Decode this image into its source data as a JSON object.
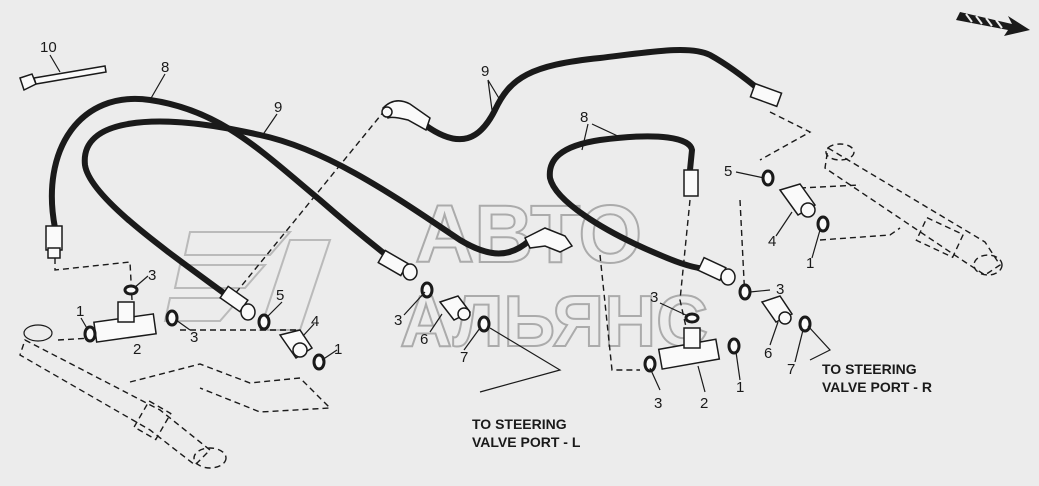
{
  "diagram": {
    "callouts": [
      {
        "id": "c10",
        "text": "10"
      },
      {
        "id": "c8a",
        "text": "8"
      },
      {
        "id": "c9a",
        "text": "9"
      },
      {
        "id": "c9b",
        "text": "9"
      },
      {
        "id": "c8b",
        "text": "8"
      },
      {
        "id": "c5a",
        "text": "5"
      },
      {
        "id": "c5b",
        "text": "5"
      },
      {
        "id": "c4a",
        "text": "4"
      },
      {
        "id": "c4b",
        "text": "4"
      },
      {
        "id": "c1a",
        "text": "1"
      },
      {
        "id": "c1b",
        "text": "1"
      },
      {
        "id": "c1c",
        "text": "1"
      },
      {
        "id": "c1d",
        "text": "1"
      },
      {
        "id": "c3a",
        "text": "3"
      },
      {
        "id": "c3b",
        "text": "3"
      },
      {
        "id": "c3c",
        "text": "3"
      },
      {
        "id": "c3d",
        "text": "3"
      },
      {
        "id": "c3e",
        "text": "3"
      },
      {
        "id": "c3f",
        "text": "3"
      },
      {
        "id": "c2a",
        "text": "2"
      },
      {
        "id": "c2b",
        "text": "2"
      },
      {
        "id": "c6a",
        "text": "6"
      },
      {
        "id": "c6b",
        "text": "6"
      },
      {
        "id": "c7a",
        "text": "7"
      },
      {
        "id": "c7b",
        "text": "7"
      }
    ],
    "notes": {
      "left_line1": "TO STEERING",
      "left_line2": "VALVE PORT - L",
      "right_line1": "TO STEERING",
      "right_line2": "VALVE PORT - R"
    },
    "watermark": {
      "line1": "АВТО",
      "line2": "АЛЬЯНС"
    }
  }
}
